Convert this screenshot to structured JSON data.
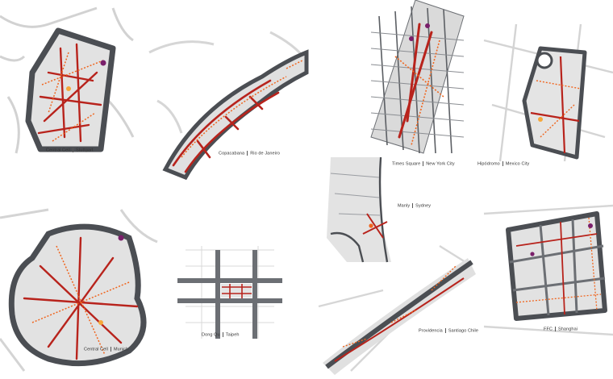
{
  "colors": {
    "road_dark": "#4b4e53",
    "road_mid": "#7b7e83",
    "block_light": "#dcdcdc",
    "block_mid": "#c8c8c8",
    "hot_red": "#b8231c",
    "hot_orange": "#f0651e",
    "warm_yellow": "#f6a73a",
    "accent_purple": "#7a1f6b"
  },
  "maps": [
    {
      "city": "Central Cell",
      "place": "Stuttgart"
    },
    {
      "city": "Copacabana",
      "place": "Rio de Janeiro"
    },
    {
      "city": "Times Square",
      "place": "New York City"
    },
    {
      "city": "Hipódromo",
      "place": "Mexico City"
    },
    {
      "city": "Manly",
      "place": "Sydney"
    },
    {
      "city": "Central Cell",
      "place": "Munich"
    },
    {
      "city": "Dong Qu",
      "place": "Taipeh"
    },
    {
      "city": "Providencia",
      "place": "Santiago Chile"
    },
    {
      "city": "FFC",
      "place": "Shanghai"
    }
  ]
}
